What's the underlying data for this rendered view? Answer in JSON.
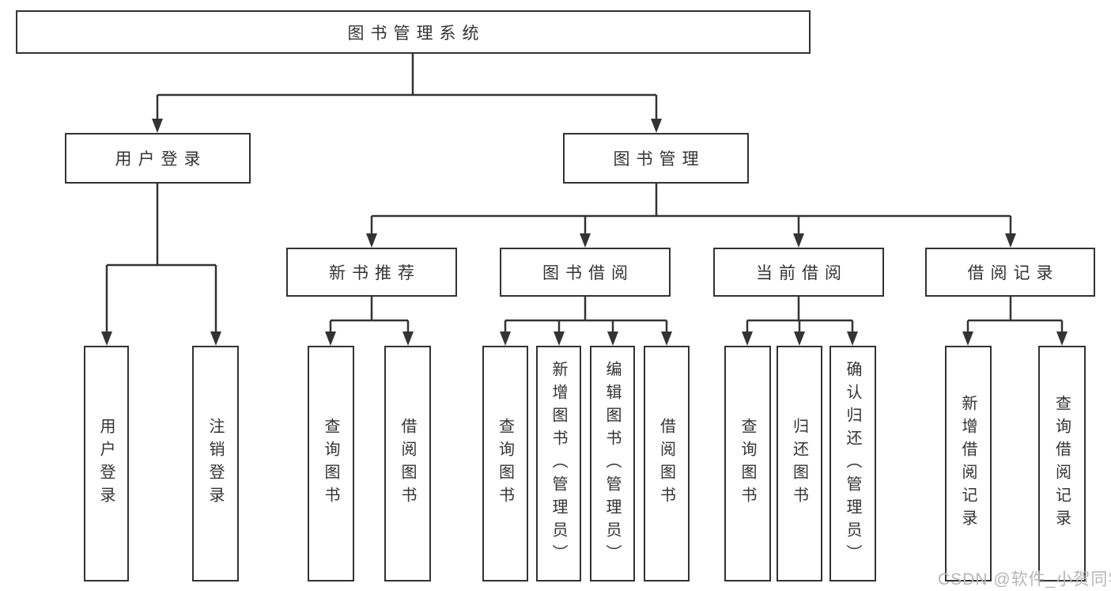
{
  "diagram": {
    "tree": {
      "label": "图书管理系统",
      "children": [
        {
          "label": "用户登录",
          "children": [
            {
              "label": "用户登录"
            },
            {
              "label": "注销登录"
            }
          ]
        },
        {
          "label": "图书管理",
          "children": [
            {
              "label": "新书推荐",
              "children": [
                {
                  "label": "查询图书"
                },
                {
                  "label": "借阅图书"
                }
              ]
            },
            {
              "label": "图书借阅",
              "children": [
                {
                  "label": "查询图书"
                },
                {
                  "label": "新增图书（管理员）"
                },
                {
                  "label": "编辑图书（管理员）"
                },
                {
                  "label": "借阅图书"
                }
              ]
            },
            {
              "label": "当前借阅",
              "children": [
                {
                  "label": "查询图书"
                },
                {
                  "label": "归还图书"
                },
                {
                  "label": "确认归还（管理员）"
                }
              ]
            },
            {
              "label": "借阅记录",
              "children": [
                {
                  "label": "新增借阅记录"
                },
                {
                  "label": "查询借阅记录"
                }
              ]
            }
          ]
        }
      ]
    }
  },
  "watermark": {
    "text": "CSDN @软件_小贺同学"
  },
  "colors": {
    "line": "#333333",
    "border": "#333333",
    "text": "#333333",
    "background": "#ffffff",
    "watermark": "#b6b6b6"
  }
}
